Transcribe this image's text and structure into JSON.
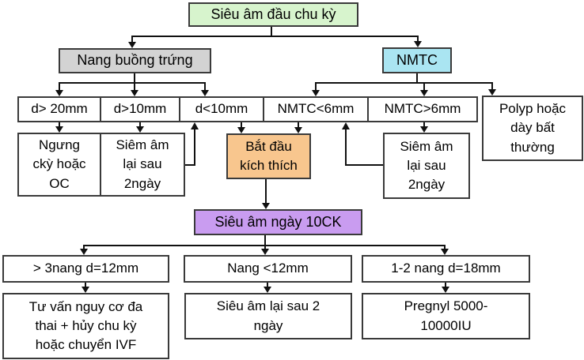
{
  "nodes": {
    "root": {
      "label": "Siêu âm đầu chu kỳ",
      "fill": "#d7f4cd"
    },
    "ovary": {
      "label": "Nang buồng trứng",
      "fill": "#d3d3d3"
    },
    "nmtc": {
      "label": "NMTC",
      "fill": "#aae5f2"
    },
    "d_gt20": {
      "label": "d> 20mm",
      "fill": "#ffffff"
    },
    "d_gt10": {
      "label": "d>10mm",
      "fill": "#ffffff"
    },
    "d_lt10": {
      "label": "d<10mm",
      "fill": "#ffffff"
    },
    "nmtc_lt6": {
      "label": "NMTC<6mm",
      "fill": "#ffffff"
    },
    "nmtc_gt6": {
      "label": "NMTC>6mm",
      "fill": "#ffffff"
    },
    "polyp": {
      "label": "Polyp hoặc\ndày bất\nthường",
      "fill": "#ffffff"
    },
    "stop_cycle": {
      "label": "Ngưng\nckỳ hoặc\nOC",
      "fill": "#ffffff"
    },
    "rescan_left": {
      "label": "Siêm âm\nlại sau\n2ngày",
      "fill": "#ffffff"
    },
    "start_stim": {
      "label": "Bắt đầu\nkích thích",
      "fill": "#f8c68e"
    },
    "rescan_right": {
      "label": "Siêm âm\nlại sau\n2ngày",
      "fill": "#ffffff"
    },
    "day10": {
      "label": "Siêu âm ngày 10CK",
      "fill": "#c99cf0"
    },
    "gt3_follicles": {
      "label": "> 3nang d=12mm",
      "fill": "#ffffff"
    },
    "lt12_follicles": {
      "label": "Nang <12mm",
      "fill": "#ffffff"
    },
    "one_two_follicles": {
      "label": "1-2 nang d=18mm",
      "fill": "#ffffff"
    },
    "counsel": {
      "label": "Tư vấn nguy cơ đa\nthai + hủy chu kỳ\nhoặc chuyển IVF",
      "fill": "#ffffff"
    },
    "rescan_day10": {
      "label": "Siêu âm lại sau 2\nngày",
      "fill": "#ffffff"
    },
    "pregnyl": {
      "label": "Pregnyl 5000-\n10000IU",
      "fill": "#ffffff"
    }
  },
  "edges": [
    {
      "from": "root",
      "to": "ovary"
    },
    {
      "from": "root",
      "to": "nmtc"
    },
    {
      "from": "ovary",
      "to": "d_gt20"
    },
    {
      "from": "ovary",
      "to": "d_gt10"
    },
    {
      "from": "ovary",
      "to": "d_lt10"
    },
    {
      "from": "nmtc",
      "to": "nmtc_lt6"
    },
    {
      "from": "nmtc",
      "to": "nmtc_gt6"
    },
    {
      "from": "nmtc",
      "to": "polyp"
    },
    {
      "from": "d_gt20",
      "to": "stop_cycle"
    },
    {
      "from": "d_gt10",
      "to": "rescan_left"
    },
    {
      "from": "d_lt10",
      "to": "start_stim"
    },
    {
      "from": "nmtc_lt6",
      "to": "start_stim"
    },
    {
      "from": "nmtc_gt6",
      "to": "rescan_right"
    },
    {
      "from": "rescan_left",
      "to": "d_lt10"
    },
    {
      "from": "rescan_right",
      "to": "nmtc_lt6"
    },
    {
      "from": "start_stim",
      "to": "day10"
    },
    {
      "from": "day10",
      "to": "gt3_follicles"
    },
    {
      "from": "day10",
      "to": "lt12_follicles"
    },
    {
      "from": "day10",
      "to": "one_two_follicles"
    },
    {
      "from": "gt3_follicles",
      "to": "counsel"
    },
    {
      "from": "lt12_follicles",
      "to": "rescan_day10"
    },
    {
      "from": "one_two_follicles",
      "to": "pregnyl"
    }
  ],
  "colors": {
    "background": "#ffffff",
    "box_border": "#3a3a3a",
    "connector": "#111111",
    "root_fill": "#d7f4cd",
    "ovary_fill": "#d3d3d3",
    "nmtc_fill": "#aae5f2",
    "stim_fill": "#f8c68e",
    "day10_fill": "#c99cf0"
  }
}
